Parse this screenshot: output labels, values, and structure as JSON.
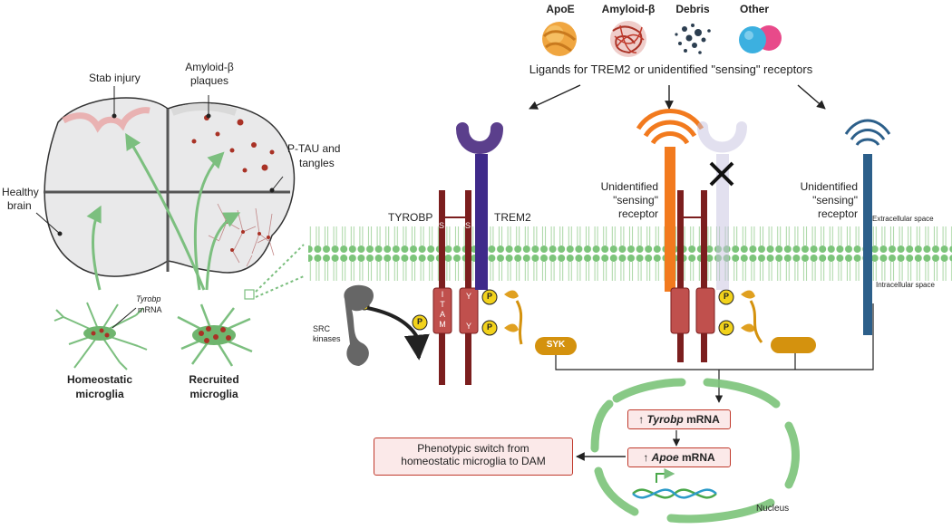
{
  "ligands": {
    "apoe": "ApoE",
    "amyloid": "Amyloid-β",
    "debris": "Debris",
    "other": "Other",
    "caption": "Ligands for TREM2 or unidentified \"sensing\" receptors"
  },
  "brain": {
    "stab_injury": "Stab injury",
    "plaques_line1": "Amyloid-β",
    "plaques_line2": "plaques",
    "ptau_line1": "P-TAU and",
    "ptau_line2": "tangles",
    "healthy_line1": "Healthy",
    "healthy_line2": "brain"
  },
  "microglia": {
    "tyrobp_italic": "Tyrobp",
    "mrna": "mRNA",
    "homeostatic_line1": "Homeostatic",
    "homeostatic_line2": "microglia",
    "recruited_line1": "Recruited",
    "recruited_line2": "microglia"
  },
  "receptors": {
    "tyrobp": "TYROBP",
    "trem2": "TREM2",
    "s": "S",
    "itam": [
      "I",
      "T",
      "A",
      "M"
    ],
    "y": "Y",
    "p": "P",
    "syk": "SYK",
    "src_line1": "SRC",
    "src_line2": "kinases",
    "unid_line1": "Unidentified",
    "unid_line2": "\"sensing\"",
    "unid_line3": "receptor"
  },
  "membrane": {
    "extracellular": "Extracellular space",
    "intracellular": "Intracellular space"
  },
  "nucleus": {
    "label": "Nucleus",
    "tyrobp_arrow": "↑",
    "tyrobp_gene": "Tyrobp",
    "tyrobp_suffix": " mRNA",
    "apoe_arrow": "↑",
    "apoe_gene": "Apoe",
    "apoe_suffix": " mRNA"
  },
  "phenotype": {
    "line1": "Phenotypic switch from",
    "line2": "homeostatic microglia to DAM"
  }
}
